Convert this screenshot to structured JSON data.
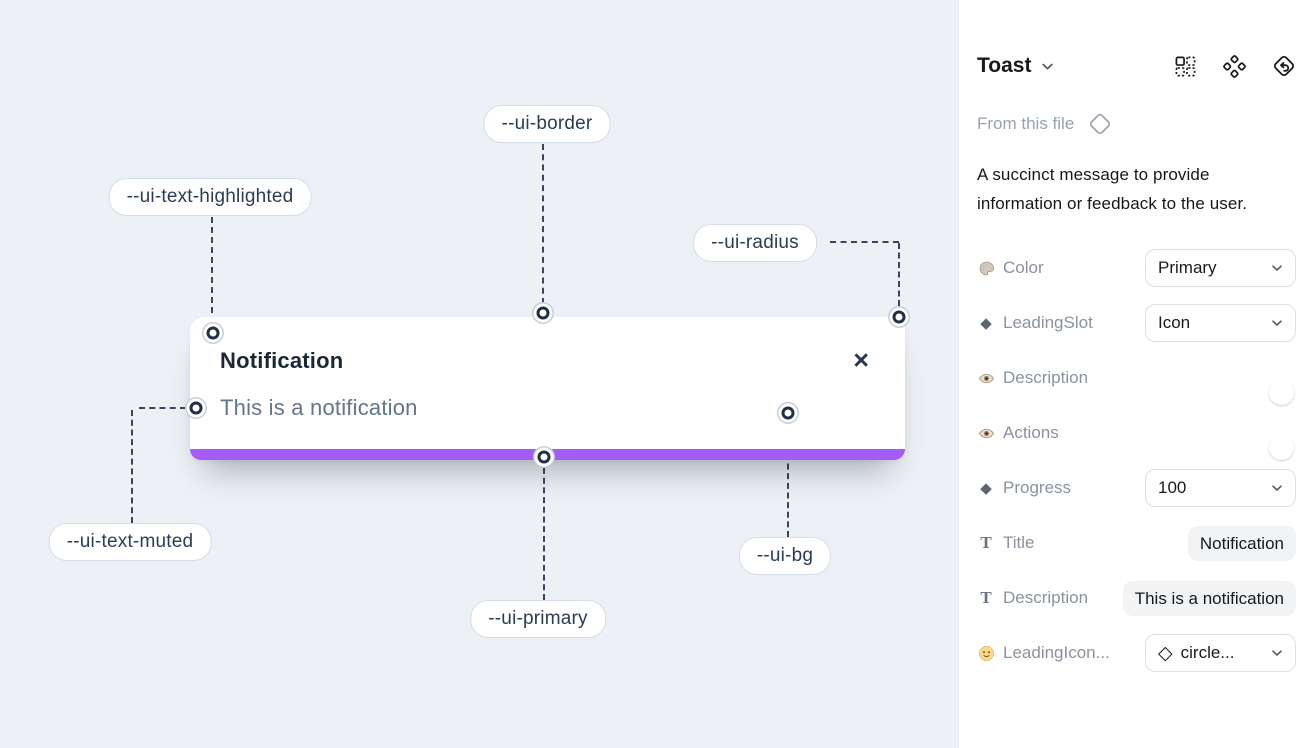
{
  "icons": {
    "diamond": "◆",
    "diamond_outline": "◇",
    "text_type": "T",
    "close": "×"
  },
  "canvas": {
    "toast": {
      "title": "Notification",
      "description": "This is a notification"
    },
    "annotations": [
      {
        "label": "--ui-border"
      },
      {
        "label": "--ui-text-highlighted"
      },
      {
        "label": "--ui-radius"
      },
      {
        "label": "--ui-text-muted"
      },
      {
        "label": "--ui-primary"
      },
      {
        "label": "--ui-bg"
      }
    ],
    "colors": {
      "background": "#edf1f5",
      "primary_bar": "#a55bf5",
      "annotation_line": "#3a465e"
    }
  },
  "panel": {
    "title": "Toast",
    "source_label": "From this file",
    "description": "A succinct message to provide information or feedback to the user.",
    "properties": [
      {
        "icon": "palette",
        "label": "Color",
        "control": "select",
        "value": "Primary"
      },
      {
        "icon": "diamond",
        "label": "LeadingSlot",
        "control": "select",
        "value": "Icon"
      },
      {
        "icon": "eye",
        "label": "Description",
        "control": "toggle",
        "value": true
      },
      {
        "icon": "eye",
        "label": "Actions",
        "control": "toggle",
        "value": true
      },
      {
        "icon": "diamond",
        "label": "Progress",
        "control": "select",
        "value": "100"
      },
      {
        "icon": "text",
        "label": "Title",
        "control": "textfield",
        "value": "Notification"
      },
      {
        "icon": "text",
        "label": "Description",
        "control": "textfield",
        "value": "This is a notification"
      },
      {
        "icon": "smiley",
        "label": "LeadingIcon...",
        "control": "select-icon",
        "value": "circle..."
      }
    ],
    "colors": {
      "toggle_on": "#1e98f5"
    }
  }
}
